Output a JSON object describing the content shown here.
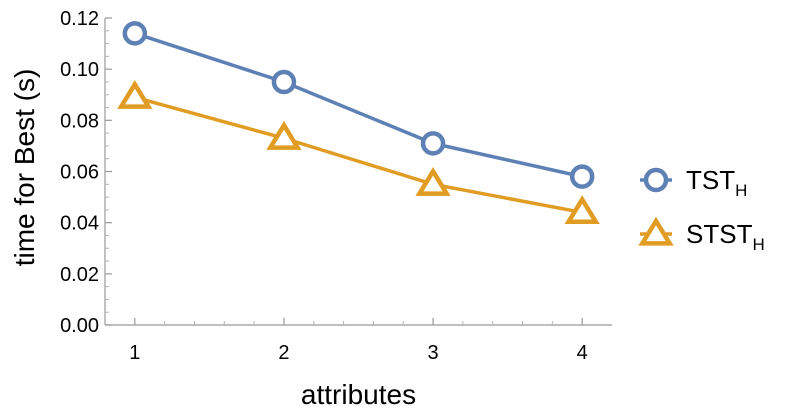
{
  "chart_data": {
    "type": "line",
    "x": [
      1,
      2,
      3,
      4
    ],
    "series": [
      {
        "name": "TST",
        "name_subscript": "H",
        "values": [
          0.114,
          0.095,
          0.071,
          0.058
        ],
        "color": "#5e81b5",
        "marker": "circle"
      },
      {
        "name": "STST",
        "name_subscript": "H",
        "values": [
          0.089,
          0.073,
          0.055,
          0.044
        ],
        "color": "#e19c24",
        "marker": "triangle"
      }
    ],
    "xlabel": "attributes",
    "ylabel": "time for Best (s)",
    "xlim": [
      0.8,
      4.2
    ],
    "ylim": [
      0,
      0.12
    ],
    "xticks": [
      "1",
      "2",
      "3",
      "4"
    ],
    "yticks": [
      "0.00",
      "0.02",
      "0.04",
      "0.06",
      "0.08",
      "0.10",
      "0.12"
    ],
    "legend_position": "right",
    "grid": false
  }
}
